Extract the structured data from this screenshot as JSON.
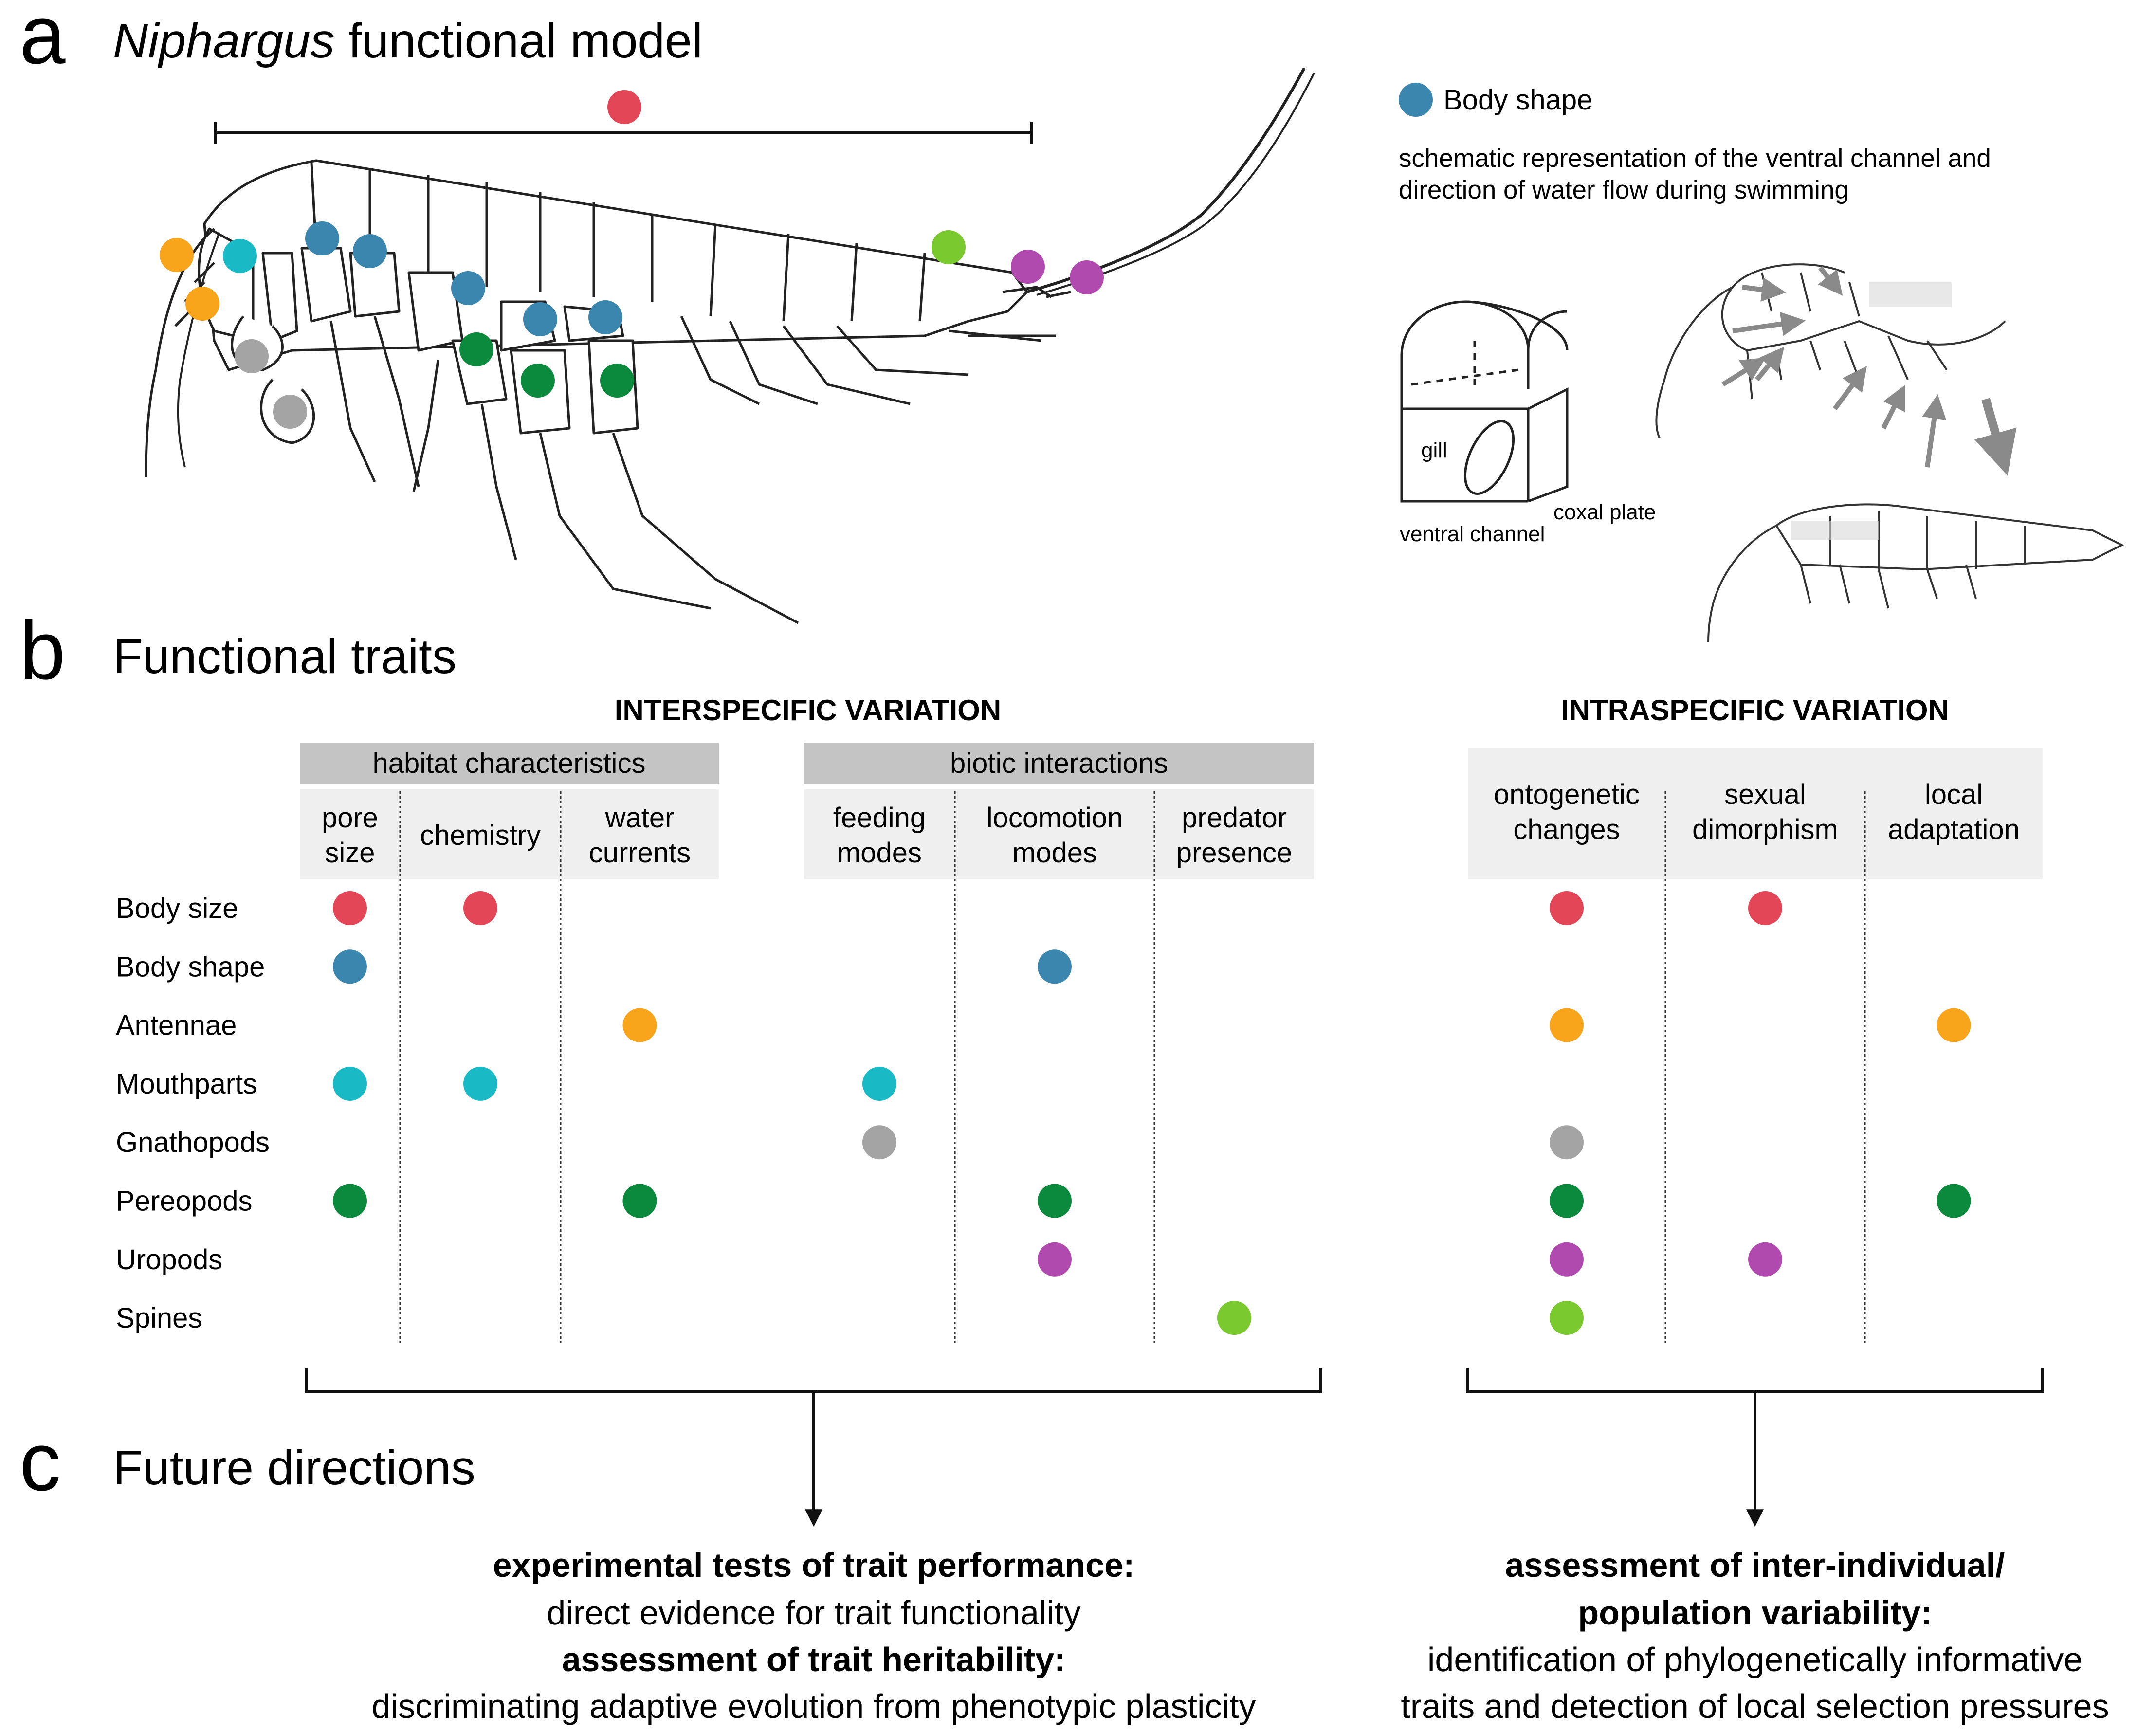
{
  "colors": {
    "red": "#E34656",
    "blue": "#3A86AE",
    "orange": "#F9A51C",
    "cyan": "#1AB9C6",
    "grey": "#A4A4A4",
    "green": "#0B8A3E",
    "magenta": "#B14AAF",
    "lime": "#79C92F",
    "header_grey": "#C4C4C4",
    "subheader_grey": "#EFEFEF"
  },
  "panel_a": {
    "letter": "a",
    "title_italic": "Niphargus",
    "title_rest": " functional model",
    "legend_label": "Body shape",
    "legend_color": "blue",
    "caption_line1": "schematic representation of the ventral channel and",
    "caption_line2": "direction of water flow during swimming",
    "label_gill": "gill",
    "label_coxal_plate": "coxal plate",
    "label_ventral_channel": "ventral channel",
    "body_dots": [
      "red",
      "orange",
      "orange",
      "cyan",
      "blue",
      "blue",
      "blue",
      "blue",
      "blue",
      "grey",
      "grey",
      "green",
      "green",
      "green",
      "lime",
      "magenta",
      "magenta"
    ]
  },
  "panel_b": {
    "letter": "b",
    "title": "Functional traits",
    "inter_title": "INTERSPECIFIC VARIATION",
    "intra_title": "INTRASPECIFIC VARIATION",
    "groups": [
      {
        "label": "habitat characteristics"
      },
      {
        "label": "biotic interactions"
      }
    ],
    "columns": [
      {
        "line1": "pore",
        "line2": "size"
      },
      {
        "line1": "chemistry",
        "line2": ""
      },
      {
        "line1": "water",
        "line2": "currents"
      },
      {
        "line1": "feeding",
        "line2": "modes"
      },
      {
        "line1": "locomotion",
        "line2": "modes"
      },
      {
        "line1": "predator",
        "line2": "presence"
      },
      {
        "line1": "ontogenetic",
        "line2": "changes"
      },
      {
        "line1": "sexual",
        "line2": "dimorphism"
      },
      {
        "line1": "local",
        "line2": "adaptation"
      }
    ],
    "rows": [
      {
        "label": "Body size",
        "color": "red",
        "cells": [
          1,
          1,
          0,
          0,
          0,
          0,
          1,
          1,
          0
        ]
      },
      {
        "label": "Body shape",
        "color": "blue",
        "cells": [
          1,
          0,
          0,
          0,
          1,
          0,
          0,
          0,
          0
        ]
      },
      {
        "label": "Antennae",
        "color": "orange",
        "cells": [
          0,
          0,
          1,
          0,
          0,
          0,
          1,
          0,
          1
        ]
      },
      {
        "label": "Mouthparts",
        "color": "cyan",
        "cells": [
          1,
          1,
          0,
          1,
          0,
          0,
          0,
          0,
          0
        ]
      },
      {
        "label": "Gnathopods",
        "color": "grey",
        "cells": [
          0,
          0,
          0,
          1,
          0,
          0,
          1,
          0,
          0
        ]
      },
      {
        "label": "Pereopods",
        "color": "green",
        "cells": [
          1,
          0,
          1,
          0,
          1,
          0,
          1,
          0,
          1
        ]
      },
      {
        "label": "Uropods",
        "color": "magenta",
        "cells": [
          0,
          0,
          0,
          0,
          1,
          0,
          1,
          1,
          0
        ]
      },
      {
        "label": "Spines",
        "color": "lime",
        "cells": [
          0,
          0,
          0,
          0,
          0,
          1,
          1,
          0,
          0
        ]
      }
    ]
  },
  "panel_c": {
    "letter": "c",
    "title": "Future directions",
    "left_bold1": "experimental tests of trait performance:",
    "left_text1": "direct evidence for trait functionality",
    "left_bold2": "assessment of trait heritability:",
    "left_text2": "discriminating adaptive evolution from phenotypic plasticity",
    "right_bold1": "assessment of inter-individual/",
    "right_bold2": "population variability:",
    "right_text1": "identification of phylogenetically informative",
    "right_text2": "traits and detection of local selection pressures"
  }
}
